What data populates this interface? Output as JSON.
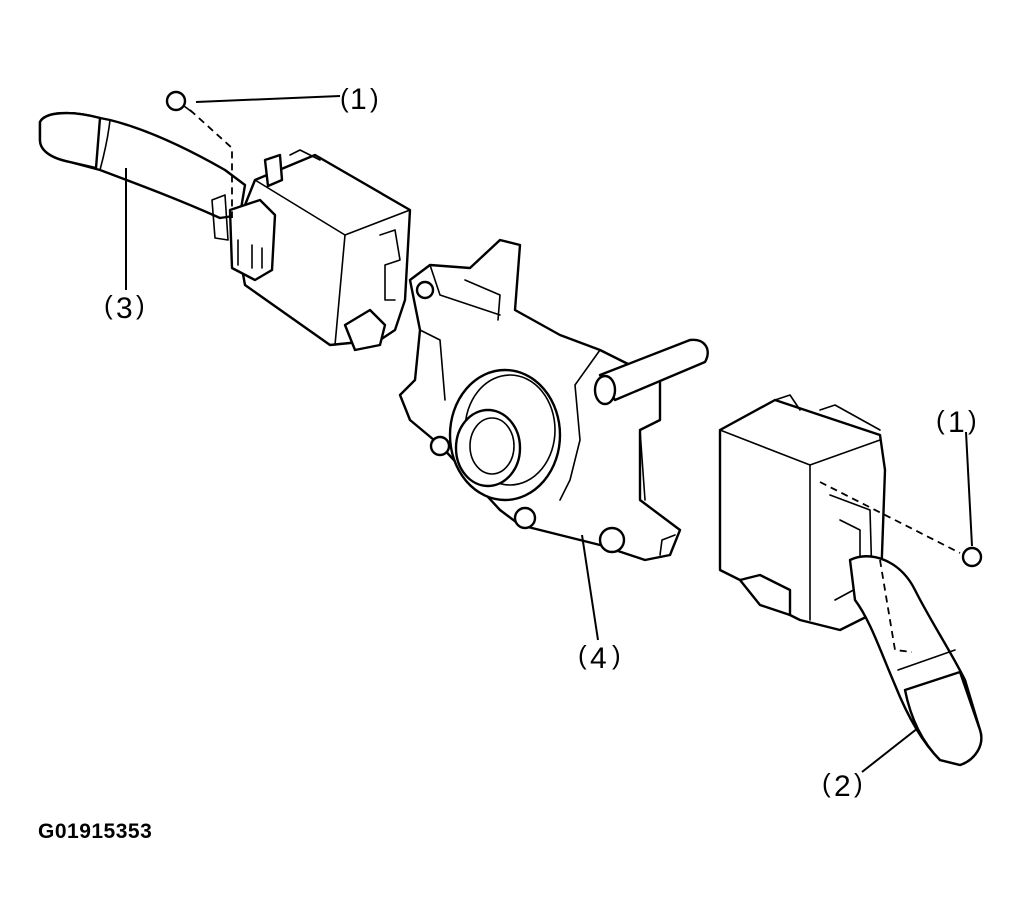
{
  "figure": {
    "id_label": "G01915353",
    "callouts": [
      {
        "key": "screw_top",
        "label": "1"
      },
      {
        "key": "screw_right",
        "label": "1"
      },
      {
        "key": "right_switch",
        "label": "2"
      },
      {
        "key": "left_switch",
        "label": "3"
      },
      {
        "key": "center_body",
        "label": "4"
      }
    ]
  },
  "colors": {
    "line": "#000000",
    "background": "#ffffff"
  }
}
